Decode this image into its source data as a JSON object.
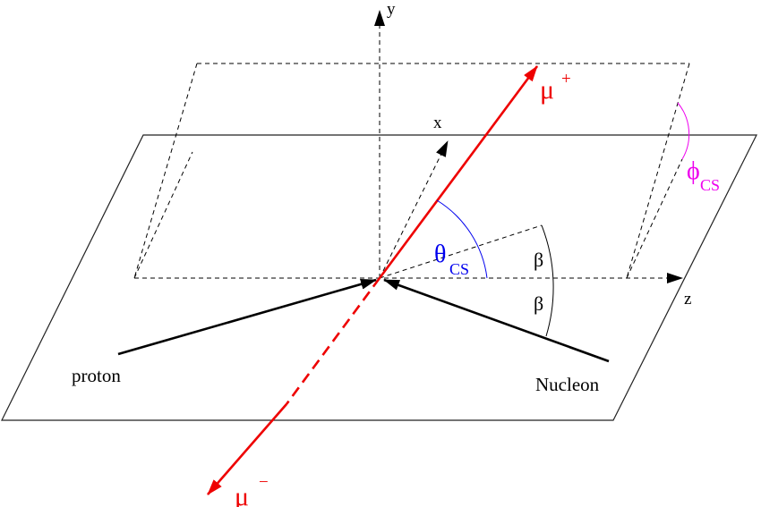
{
  "labels": {
    "y_axis": "y",
    "x_axis": "x",
    "z_axis": "z",
    "mu_plus": "μ",
    "mu_plus_sup": "+",
    "mu_minus": "μ",
    "mu_minus_sup": "−",
    "theta": "θ",
    "theta_sub": "CS",
    "phi": "ϕ",
    "phi_sub": "CS",
    "beta_upper": "β",
    "beta_lower": "β",
    "proton": "proton",
    "nucleon": "Nucleon"
  },
  "colors": {
    "muon": "#ee0000",
    "theta": "#0000ee",
    "phi": "#ee00ee",
    "ink": "#000000",
    "plane": "#222222"
  }
}
